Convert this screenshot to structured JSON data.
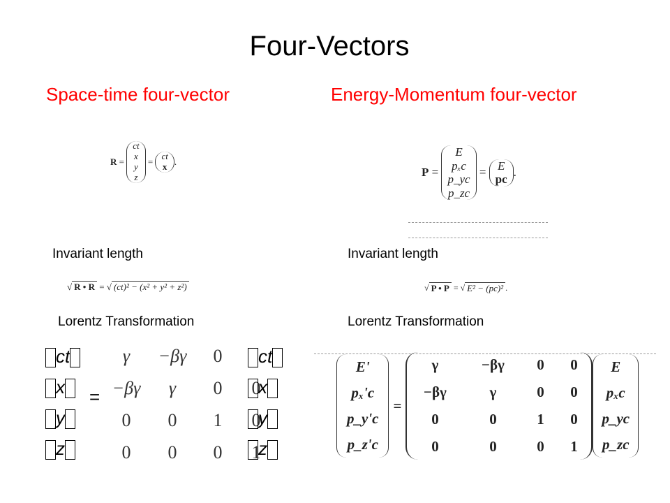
{
  "title": "Four-Vectors",
  "left": {
    "heading": "Space-time four-vector",
    "vector_symbol": "R",
    "vector_components": [
      "ct",
      "x",
      "y",
      "z"
    ],
    "vector_compact": [
      "ct",
      "x"
    ],
    "invariant_label": "Invariant length",
    "invariant_lhs": "R • R",
    "invariant_rhs": "(ct)² − (x² + y² + z²)",
    "lorentz_label": "Lorentz  Transformation",
    "lorentz_lhs": [
      "ct",
      "x",
      "y",
      "z"
    ],
    "lorentz_matrix": [
      [
        "γ",
        "−βγ",
        "0",
        ""
      ],
      [
        "−βγ",
        "γ",
        "0",
        "0"
      ],
      [
        "0",
        "0",
        "1",
        "0"
      ],
      [
        "0",
        "0",
        "0",
        "1"
      ]
    ],
    "lorentz_rhs": [
      "ct",
      "x",
      "y",
      "z"
    ],
    "equals": "="
  },
  "right": {
    "heading": "Energy-Momentum four-vector",
    "vector_symbol": "P",
    "vector_components": [
      "E",
      "pₓc",
      "p_yc",
      "p_zc"
    ],
    "vector_compact": [
      "E",
      "pc"
    ],
    "invariant_label": "Invariant length",
    "invariant_lhs": "P • P",
    "invariant_rhs": "E² − (pc)²",
    "lorentz_label": "Lorentz  Transformation",
    "lorentz_lhs": [
      "E'",
      "pₓ'c",
      "p_y'c",
      "p_z'c"
    ],
    "lorentz_matrix": [
      [
        "γ",
        "−βγ",
        "0",
        "0"
      ],
      [
        "−βγ",
        "γ",
        "0",
        "0"
      ],
      [
        "0",
        "0",
        "1",
        "0"
      ],
      [
        "0",
        "0",
        "0",
        "1"
      ]
    ],
    "lorentz_rhs": [
      "E",
      "pₓc",
      "p_yc",
      "p_zc"
    ],
    "equals": "="
  },
  "colors": {
    "heading": "#ff0000",
    "text": "#000000"
  }
}
